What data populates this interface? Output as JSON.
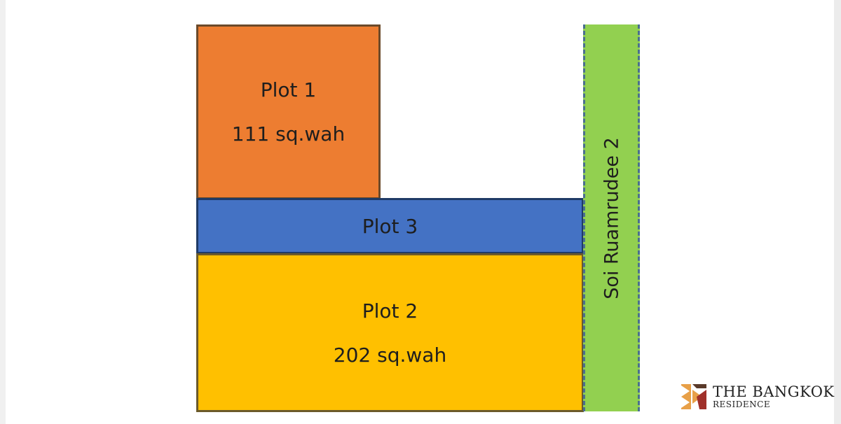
{
  "plots": {
    "plot1": {
      "name": "Plot 1",
      "area": "111 sq.wah",
      "color": "#ed7d31"
    },
    "plot3": {
      "name": "Plot 3",
      "color": "#4472c4"
    },
    "plot2": {
      "name": "Plot 2",
      "area": "202 sq.wah",
      "color": "#ffc000"
    }
  },
  "road": {
    "name": "Soi Ruamrudee 2",
    "color": "#92d050"
  },
  "logo": {
    "line1": "THE BANGKOK",
    "line2": "RESIDENCE"
  }
}
